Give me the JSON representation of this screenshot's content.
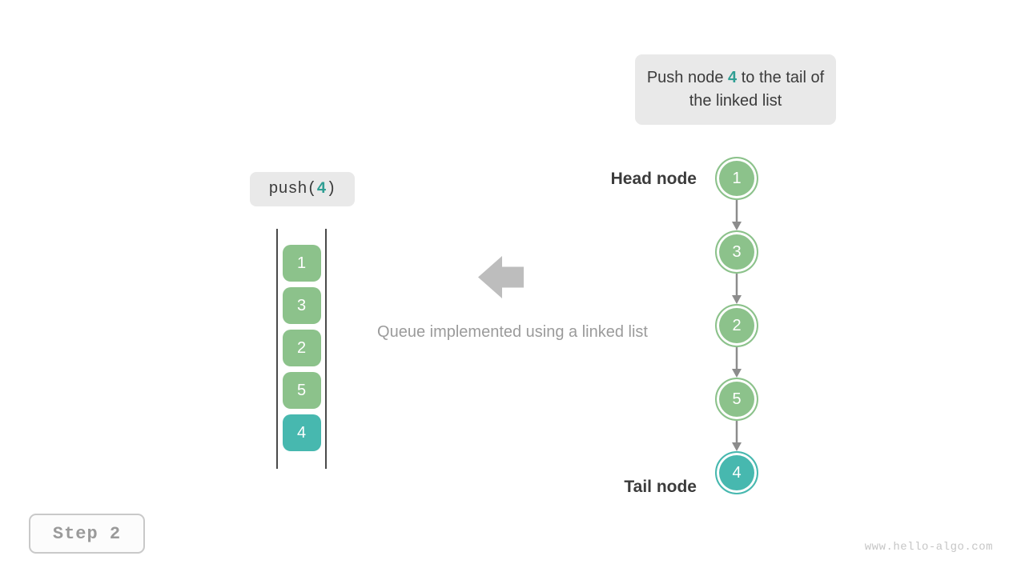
{
  "callout": {
    "text_before": "Push node ",
    "highlight": "4",
    "text_after": " to the tail of the linked list"
  },
  "push_label": {
    "prefix": "push(",
    "arg": "4",
    "suffix": ")"
  },
  "queue_stack": {
    "values": [
      "1",
      "3",
      "2",
      "5",
      "4"
    ],
    "highlighted_value": "4"
  },
  "caption": "Queue implemented using a linked list",
  "linked_list": {
    "head_label": "Head node",
    "tail_label": "Tail node",
    "nodes": [
      "1",
      "3",
      "2",
      "5",
      "4"
    ],
    "highlighted_node": "4"
  },
  "step_badge": "Step 2",
  "watermark": "www.hello-algo.com",
  "colors": {
    "green": "#8cc28b",
    "teal": "#47b8af",
    "teal-text": "#2f9e93",
    "box-gray": "#e9e9e9",
    "dark-text": "#3b3b3b",
    "caption-gray": "#9b9b9b",
    "connector-gray": "#8c8c8c",
    "block-arrow-gray": "#bdbdbd",
    "rail-gray": "#4a4a4a"
  }
}
